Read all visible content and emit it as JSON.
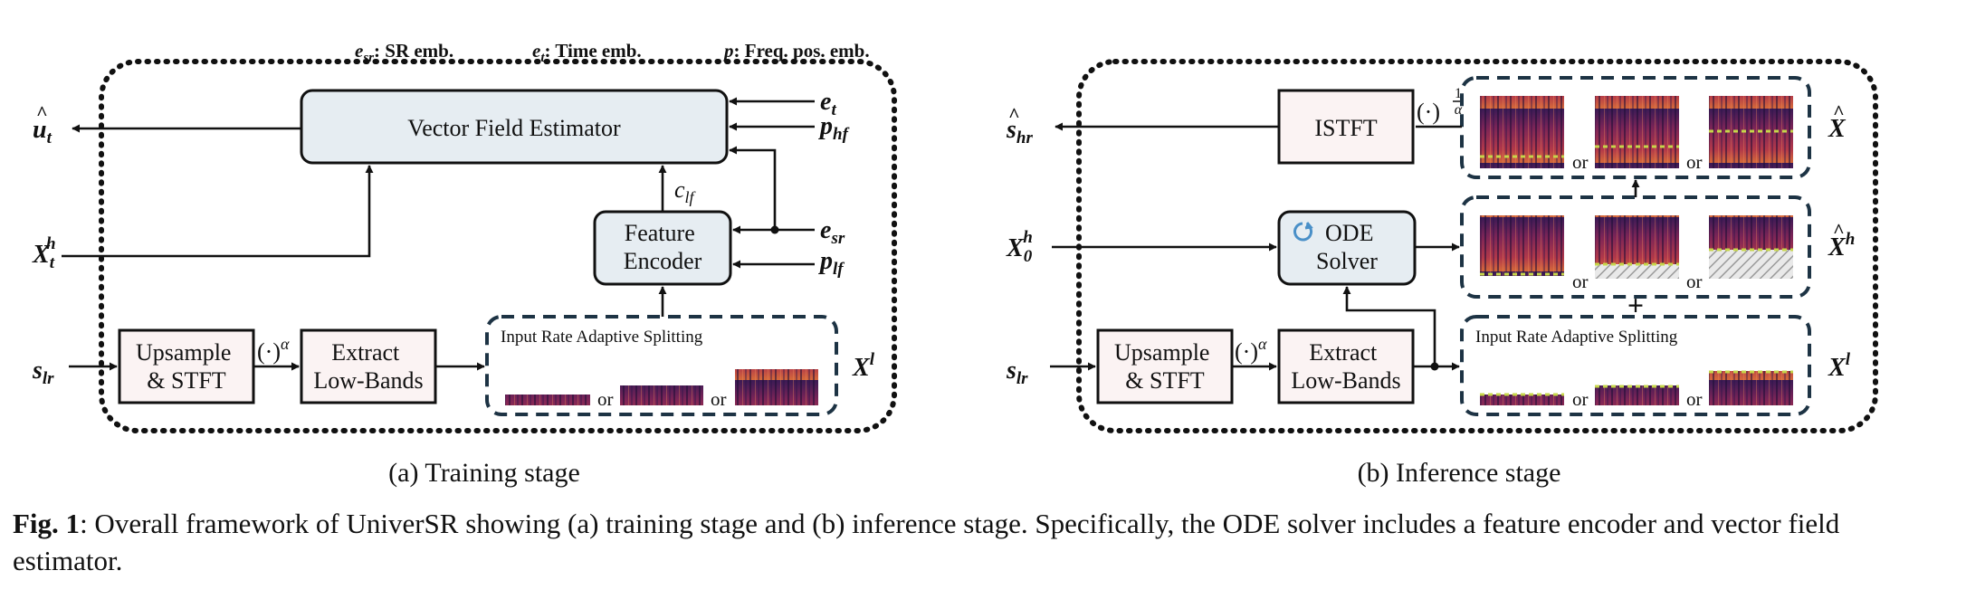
{
  "legend": {
    "e_sr": {
      "sym": "e",
      "sub": "sr",
      "text": ": SR emb."
    },
    "e_t": {
      "sym": "e",
      "sub": "t",
      "text": ": Time emb."
    },
    "p": {
      "sym": "p",
      "text": ": Freq. pos. emb."
    }
  },
  "training": {
    "caption": "(a) Training stage",
    "vfe_label": "Vector Field Estimator",
    "feature_encoder_line1": "Feature",
    "feature_encoder_line2": "Encoder",
    "upsample_line1": "Upsample",
    "upsample_line2": "& STFT",
    "extract_line1": "Extract",
    "extract_line2": "Low-Bands",
    "splitting_label": "Input Rate Adaptive Splitting",
    "or1": "or",
    "or2": "or",
    "out_u": {
      "sym": "u",
      "sub": "t"
    },
    "in_x": {
      "sym": "X",
      "sub": "t",
      "sup": "h"
    },
    "in_s": {
      "sym": "s",
      "sub": "lr"
    },
    "e_t": {
      "sym": "e",
      "sub": "t"
    },
    "p_hf": {
      "sym": "p",
      "sub": "hf"
    },
    "e_sr": {
      "sym": "e",
      "sub": "sr"
    },
    "p_lf": {
      "sym": "p",
      "sub": "lf"
    },
    "c_lf": {
      "sym": "c",
      "sub": "lf"
    },
    "x_l": {
      "sym": "X",
      "sup": "l"
    },
    "power": {
      "base": "(·)",
      "exp": "α"
    }
  },
  "inference": {
    "caption": "(b) Inference stage",
    "istft_label": "ISTFT",
    "ode_line1": "ODE",
    "ode_line2": "Solver",
    "upsample_line1": "Upsample",
    "upsample_line2": "& STFT",
    "extract_line1": "Extract",
    "extract_line2": "Low-Bands",
    "splitting_label": "Input Rate Adaptive Splitting",
    "or": [
      "or",
      "or",
      "or",
      "or",
      "or",
      "or"
    ],
    "plus": "+",
    "out_s": {
      "sym": "s",
      "sub": "hr",
      "sup": "^"
    },
    "in_x0": {
      "sym": "X",
      "sub": "0",
      "sup": "h"
    },
    "in_s": {
      "sym": "s",
      "sub": "lr"
    },
    "x_hat": {
      "sym": "X",
      "hat": "^"
    },
    "x_hat_h": {
      "sym": "X",
      "hat": "^",
      "sup": "h"
    },
    "x_l": {
      "sym": "X",
      "sup": "l"
    },
    "power": {
      "base": "(·)",
      "exp": "α"
    },
    "inv_power": {
      "base": "(·)",
      "exp_num": "1",
      "exp_den": "α"
    }
  },
  "caption": {
    "label": "Fig. 1",
    "text": ": Overall framework of UniverSR  showing (a) training stage and (b) inference stage. Specifically, the ODE solver includes a feature encoder and vector field estimator."
  },
  "colors": {
    "box_fill_blue": "#e6edf2",
    "box_fill_pink": "#fbf3f3",
    "spec_dark": "#2a1548",
    "spec_mid": "#8a2c57",
    "spec_hot": "#d9633b",
    "cutoff_line": "#c6d64a",
    "stroke": "#111111",
    "dash_border": "#1d3344"
  }
}
